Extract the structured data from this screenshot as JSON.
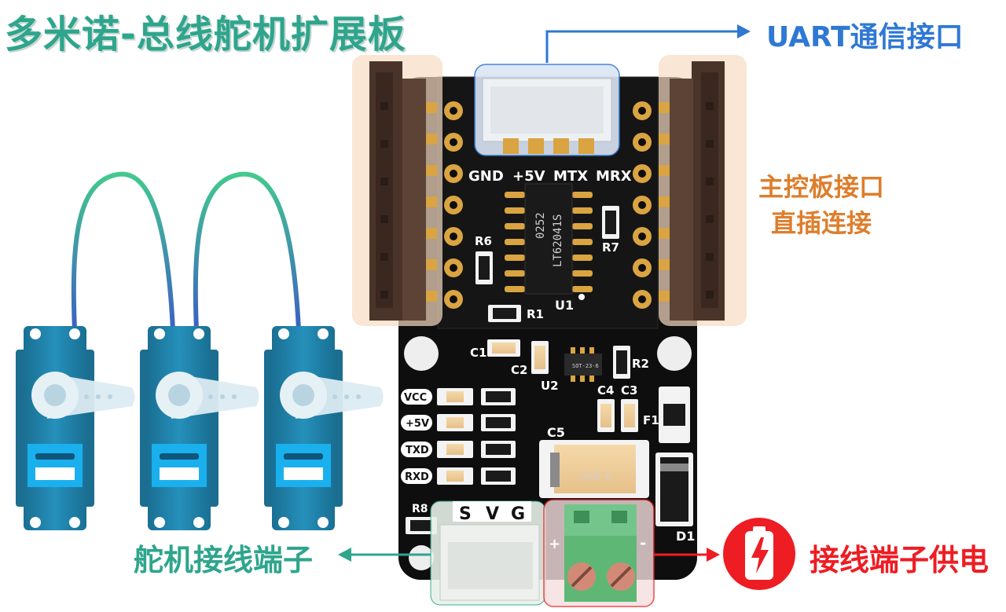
{
  "title": "多米诺-总线舵机扩展板",
  "callouts": {
    "uart": "UART通信接口",
    "main_ctrl_line1": "主控板接口",
    "main_ctrl_line2": "直插连接",
    "servo_terminal": "舵机接线端子",
    "power_terminal": "接线端子供电"
  },
  "pcb_labels": {
    "uart_pins": [
      "GND",
      "+5V",
      "MTX",
      "MRX"
    ],
    "chip_marking_1": "0252",
    "chip_marking_2": "LT62041S",
    "r6": "R6",
    "r7": "R7",
    "r1": "R1",
    "u1": "U1",
    "c1": "C1",
    "c2": "C2",
    "u2": "U2",
    "u2_marking": "SOT-23-6",
    "r2": "R2",
    "c4": "C4",
    "c3": "C3",
    "f1": "F1",
    "c5": "C5",
    "c5_marking": "CASE-D",
    "d1": "D1",
    "r8": "R8",
    "leds": [
      "VCC",
      "+5V",
      "TXD",
      "RXD"
    ],
    "servo_pins": [
      "S",
      "V",
      "G"
    ],
    "plus": "+",
    "minus": "-"
  },
  "colors": {
    "title": "#2ea58c",
    "uart": "#2f78d4",
    "main_ctrl": "#dd7e2c",
    "servo_terminal": "#2ea58c",
    "power": "#ee1d23",
    "pcb": "#111111",
    "servo_body": "#1e7fa6",
    "header": "#4a342a"
  },
  "icons": [
    "battery-charging-icon",
    "arrow-icon"
  ]
}
